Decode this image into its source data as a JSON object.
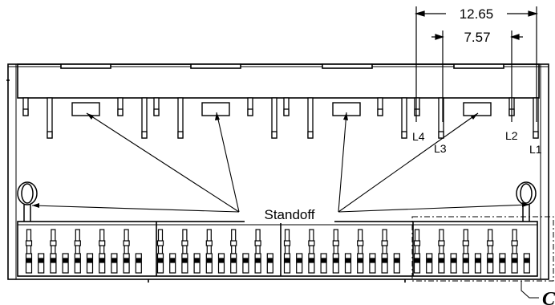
{
  "dimensions": {
    "outer": "12.65",
    "inner": "7.57"
  },
  "callout": "Standoff",
  "lead_labels": [
    "L4",
    "L3",
    "L2",
    "L1"
  ],
  "detail_label": "C"
}
